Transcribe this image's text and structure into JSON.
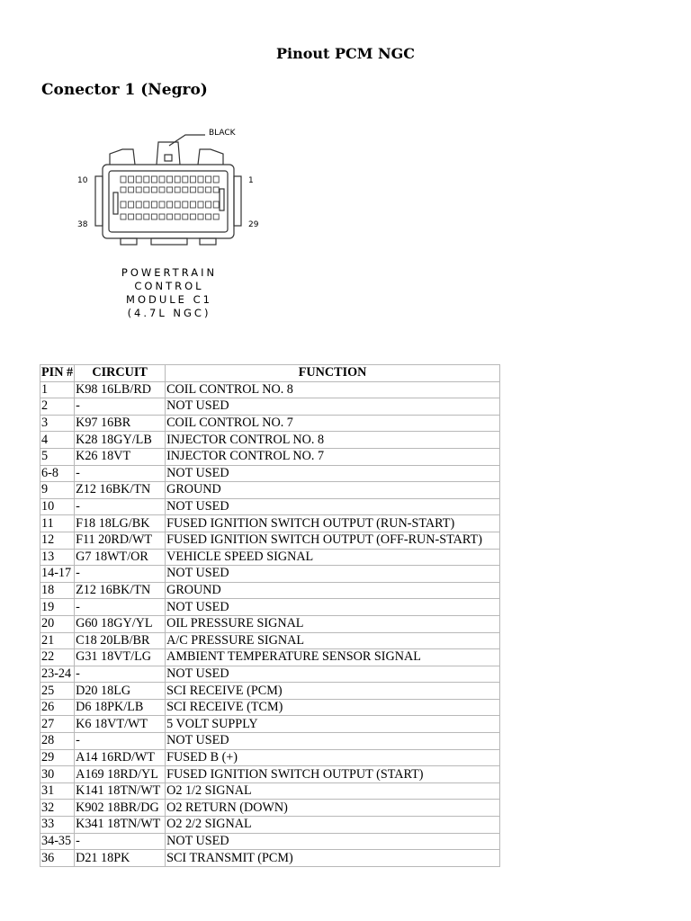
{
  "document": {
    "title": "Pinout PCM NGC",
    "subtitle": "Conector 1 (Negro)"
  },
  "figure": {
    "color_label": "BLACK",
    "pin_labels": {
      "top_left": "10",
      "top_right": "1",
      "bottom_left": "38",
      "bottom_right": "29"
    },
    "caption_lines": [
      "POWERTRAIN",
      "CONTROL",
      "MODULE C1",
      "(4.7L NGC)"
    ]
  },
  "table": {
    "headers": [
      "PIN #",
      "CIRCUIT",
      "FUNCTION"
    ],
    "rows": [
      [
        "1",
        "K98 16LB/RD",
        "COIL CONTROL NO. 8"
      ],
      [
        "2",
        "-",
        "NOT USED"
      ],
      [
        "3",
        "K97 16BR",
        "COIL CONTROL NO. 7"
      ],
      [
        "4",
        "K28 18GY/LB",
        "INJECTOR CONTROL NO. 8"
      ],
      [
        "5",
        "K26 18VT",
        "INJECTOR CONTROL NO. 7"
      ],
      [
        "6-8",
        "-",
        "NOT USED"
      ],
      [
        "9",
        "Z12 16BK/TN",
        "GROUND"
      ],
      [
        "10",
        "-",
        "NOT USED"
      ],
      [
        "11",
        "F18 18LG/BK",
        "FUSED IGNITION SWITCH OUTPUT (RUN-START)"
      ],
      [
        "12",
        "F11 20RD/WT",
        "FUSED IGNITION SWITCH OUTPUT (OFF-RUN-START)"
      ],
      [
        "13",
        "G7 18WT/OR",
        "VEHICLE SPEED SIGNAL"
      ],
      [
        "14-17",
        "-",
        "NOT USED"
      ],
      [
        "18",
        "Z12 16BK/TN",
        "GROUND"
      ],
      [
        "19",
        "-",
        "NOT USED"
      ],
      [
        "20",
        "G60 18GY/YL",
        "OIL PRESSURE SIGNAL"
      ],
      [
        "21",
        "C18 20LB/BR",
        "A/C PRESSURE SIGNAL"
      ],
      [
        "22",
        "G31 18VT/LG",
        "AMBIENT TEMPERATURE SENSOR SIGNAL"
      ],
      [
        "23-24",
        "-",
        "NOT USED"
      ],
      [
        "25",
        "D20 18LG",
        "SCI RECEIVE (PCM)"
      ],
      [
        "26",
        "D6 18PK/LB",
        "SCI RECEIVE (TCM)"
      ],
      [
        "27",
        "K6 18VT/WT",
        "5 VOLT SUPPLY"
      ],
      [
        "28",
        "-",
        "NOT USED"
      ],
      [
        "29",
        "A14 16RD/WT",
        "FUSED B (+)"
      ],
      [
        "30",
        "A169 18RD/YL",
        "FUSED IGNITION SWITCH OUTPUT (START)"
      ],
      [
        "31",
        "K141 18TN/WT",
        "O2 1/2 SIGNAL"
      ],
      [
        "32",
        "K902 18BR/DG",
        "O2 RETURN (DOWN)"
      ],
      [
        "33",
        "K341 18TN/WT",
        "O2 2/2 SIGNAL"
      ],
      [
        "34-35",
        "-",
        "NOT USED"
      ],
      [
        "36",
        "D21 18PK",
        "SCI TRANSMIT (PCM)"
      ]
    ]
  }
}
